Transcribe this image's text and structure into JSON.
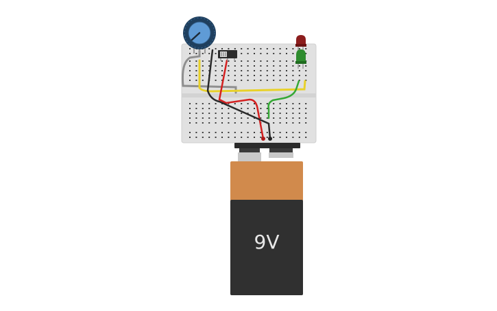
{
  "canvas": {
    "background": "#ffffff"
  },
  "battery": {
    "label": "9V",
    "top_color": "#d18a4c",
    "body_color": "#303030",
    "terminal_color": "#c8c8c8",
    "clip_color": "#2b2b2b"
  },
  "breadboard": {
    "color": "#e1e1e1",
    "hole_color": "#333333"
  },
  "potentiometer": {
    "knob_color": "#1f3f5e",
    "dial_color": "#5f9bd6"
  },
  "slide_switch": {
    "color": "#2b2b2b"
  },
  "leds": [
    {
      "name": "red-led",
      "color": "#8c1d1d"
    },
    {
      "name": "green-led",
      "color": "#2e8c2e"
    }
  ],
  "wires": [
    {
      "name": "gray-wire",
      "color": "#8f8f8f"
    },
    {
      "name": "yellow-wire",
      "color": "#e8d12a"
    },
    {
      "name": "red-wire",
      "color": "#d42020"
    },
    {
      "name": "black-wire",
      "color": "#2a2a2a"
    },
    {
      "name": "green-wire",
      "color": "#35a835"
    }
  ]
}
